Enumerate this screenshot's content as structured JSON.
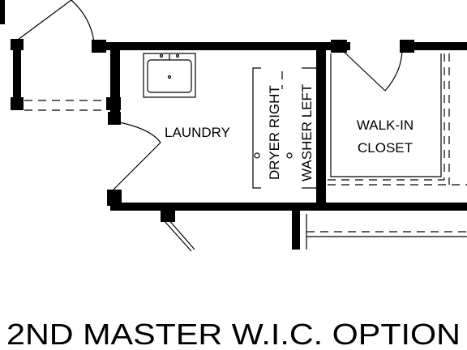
{
  "rooms": {
    "laundry": "LAUNDRY",
    "walk_in_closet_line1": "WALK-IN",
    "walk_in_closet_line2": "CLOSET"
  },
  "appliances": {
    "dryer": "DRYER RIGHT",
    "washer": "WASHER LEFT"
  },
  "caption": "2ND MASTER W.I.C. OPTION",
  "colors": {
    "line": "#000000",
    "background": "#ffffff"
  }
}
